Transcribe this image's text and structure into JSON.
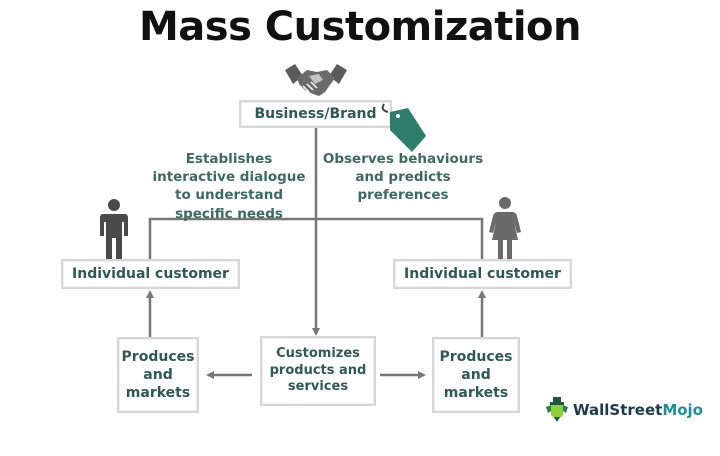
{
  "title": "Mass Customization",
  "nodes": {
    "brand": "Business/Brand",
    "customer_left": "Individual customer",
    "customer_right": "Individual customer",
    "produces_left": "Produces and markets",
    "customizes": "Customizes products and services",
    "produces_right": "Produces and markets"
  },
  "annotations": {
    "left": "Establishes interactive dialogue to understand specific needs",
    "right": "Observes behaviours and predicts preferences"
  },
  "icons": {
    "brand": "handshake-icon",
    "tag": "price-tag-icon",
    "left_customer": "man-icon",
    "right_customer": "woman-icon"
  },
  "logo": {
    "part1": "WallStreet",
    "part2": "Mojo"
  },
  "colors": {
    "text_green": "#2f5a4e",
    "tag_green": "#2e7d6b",
    "line_gray": "#777777",
    "icon_gray": "#555555"
  }
}
